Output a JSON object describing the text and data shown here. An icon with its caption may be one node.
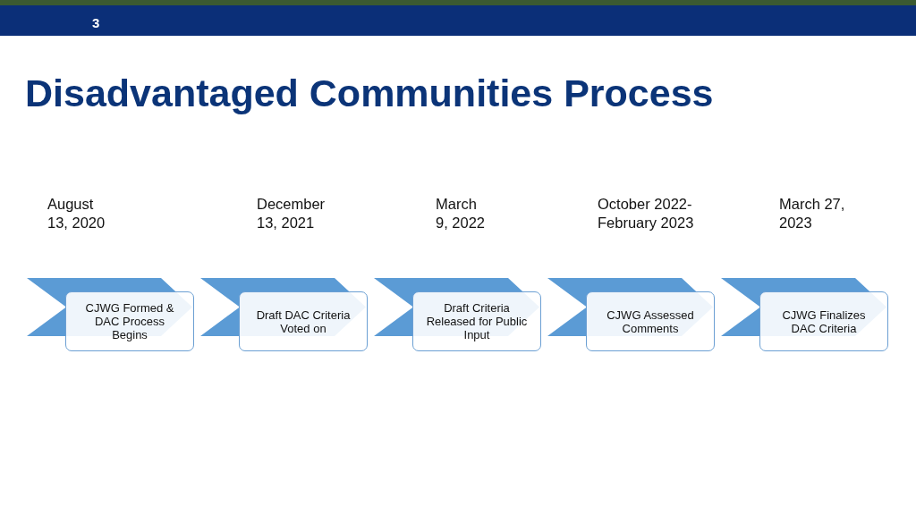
{
  "diagram": {
    "title": "Disadvantaged Communities Process",
    "nodes": [
      {
        "text": [
          "CJWG Formed & DAC Process Begins"
        ]
      },
      {
        "text": [
          "Draft DAC Criteria Voted on"
        ]
      },
      {
        "text": [
          "Draft Criteria Released for Public Input"
        ]
      },
      {
        "text": [
          "CJWG Assessed Comments"
        ]
      },
      {
        "text": [
          "CJWG Finalizes DAC Criteria"
        ]
      }
    ],
    "labels": [
      "3",
      "August 13, 2020",
      "December 13, 2021",
      "March 9, 2022",
      "October 2022- February 2023",
      "March 27, 2023"
    ]
  }
}
